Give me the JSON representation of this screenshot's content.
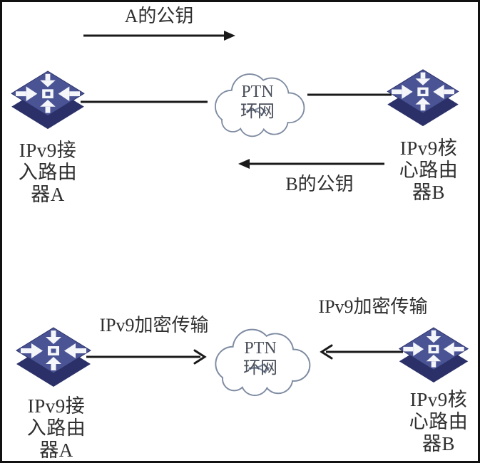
{
  "colors": {
    "router_face": "#4a5494",
    "router_side": "#2b3168",
    "cloud_stroke": "#7e8ba1",
    "line_color": "#1a1a1a",
    "text_color": "#2f2f2f"
  },
  "top_diagram": {
    "key_a_label": "A的公钥",
    "key_b_label": "B的公钥",
    "cloud_label": "PTN\n环网",
    "router_a_label": "IPv9接\n入路由\n器A",
    "router_b_label": "IPv9核\n心路由\n器B"
  },
  "bottom_diagram": {
    "left_link_label": "IPv9加密传输",
    "right_link_label": "IPv9加密传输",
    "cloud_label": "PTN\n环网",
    "router_a_label": "IPv9接\n入路由\n器A",
    "router_b_label": "IPv9核\n心路由\n器B"
  }
}
